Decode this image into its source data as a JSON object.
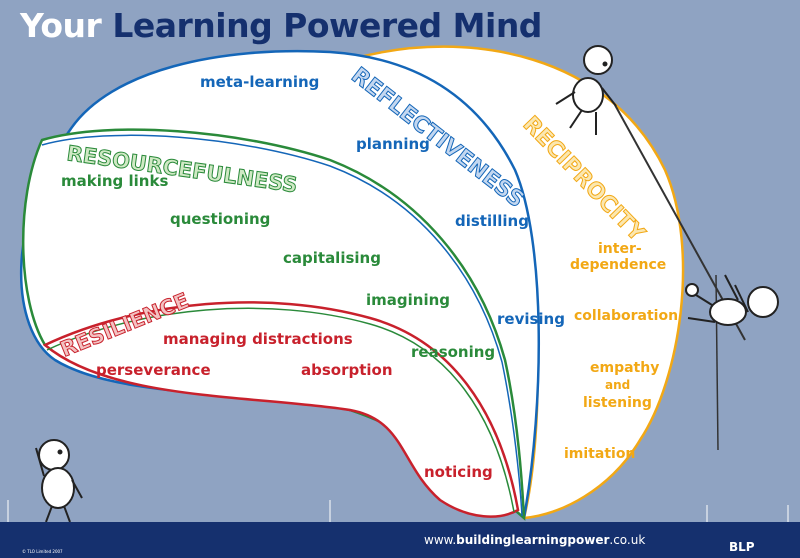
{
  "title": {
    "word1": "Your",
    "word2": "Learning Powered Mind"
  },
  "colors": {
    "background": "#8fa3c2",
    "reflectiveness": "#1466b8",
    "reciprocity": "#f2a815",
    "resourcefulness": "#2a8a3a",
    "resilience": "#c8212c",
    "footer": "#15306e"
  },
  "dispositions": {
    "reflectiveness": {
      "name": "REFLECTIVENESS",
      "items": [
        "meta-learning",
        "planning",
        "distilling",
        "revising"
      ]
    },
    "resourcefulness": {
      "name": "RESOURCEFULNESS",
      "items": [
        "making links",
        "questioning",
        "capitalising",
        "imagining",
        "reasoning"
      ]
    },
    "resilience": {
      "name": "RESILIENCE",
      "items": [
        "managing distractions",
        "perseverance",
        "absorption",
        "noticing"
      ]
    },
    "reciprocity": {
      "name": "RECIPROCITY",
      "items": [
        "inter-",
        "dependence",
        "collaboration",
        "empathy",
        "and",
        "listening",
        "imitation"
      ]
    }
  },
  "footer": {
    "url_prefix": "www.",
    "url_bold": "buildinglearningpower",
    "url_suffix": ".co.uk",
    "copyright": "© TLO Limited 2007",
    "logo": "BLP"
  }
}
